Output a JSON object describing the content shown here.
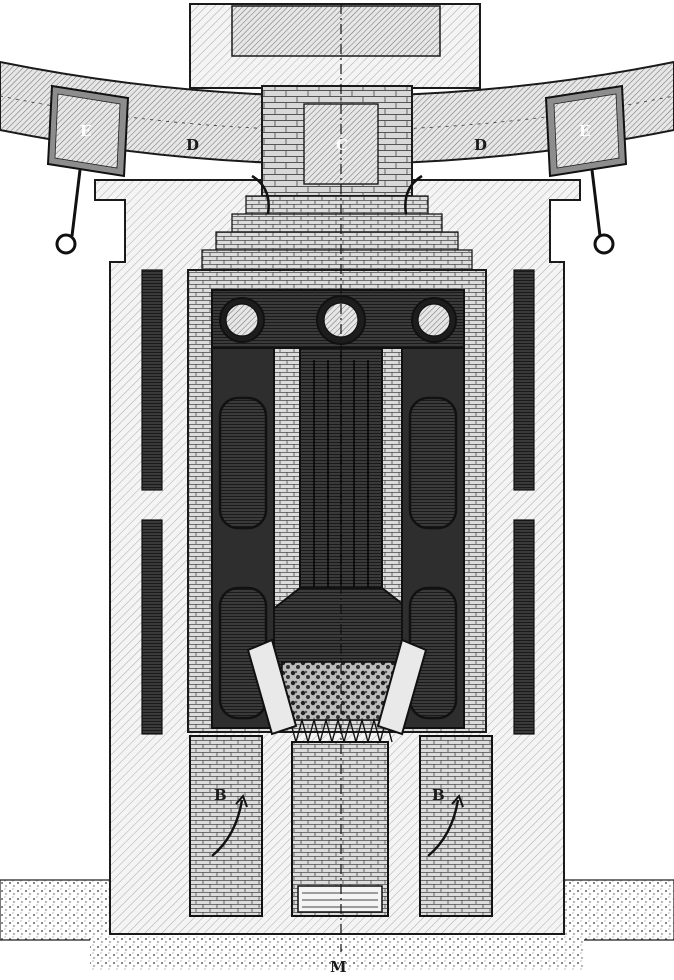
{
  "diagram": {
    "labels": {
      "e_left": "E",
      "e_right": "E",
      "d_left": "D",
      "d_right": "D",
      "c_center": "C",
      "b_left": "B",
      "b_right": "B",
      "m_bottom": "M"
    },
    "colors": {
      "ink": "#1a1a1a",
      "paper": "#ffffff",
      "hatch_light": "#f1f1f1",
      "hatch_mid": "#c9c9c9",
      "hatch_dark": "#7e7e7e",
      "boiler_dark": "#2b2b2b"
    }
  }
}
